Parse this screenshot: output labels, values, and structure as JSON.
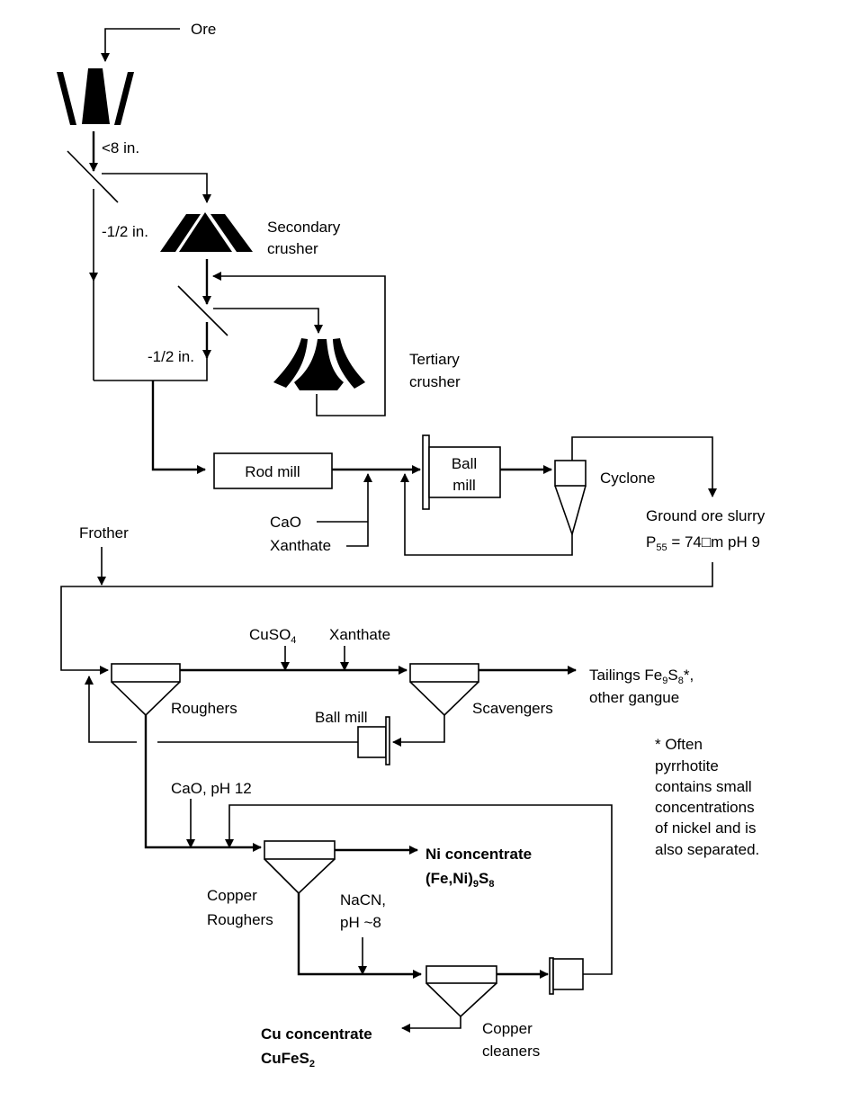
{
  "labels": {
    "ore": "Ore",
    "screen1_oversize": "<8 in.",
    "screen1_undersize": "-1/2 in.",
    "secondary_crusher": [
      "Secondary",
      "crusher"
    ],
    "screen2_undersize": "-1/2 in.",
    "tertiary_crusher": [
      "Tertiary",
      "crusher"
    ],
    "rod_mill": "Rod mill",
    "cao": "CaO",
    "xanthate_1": "Xanthate",
    "ball_mill": [
      "Ball",
      "mill"
    ],
    "cyclone": "Cyclone",
    "ground_ore_slurry": "Ground ore slurry",
    "slurry_spec": {
      "p": "P",
      "p_sub": "55",
      "rest": " = 74□m pH 9"
    },
    "frother": "Frother",
    "cuso4": {
      "main": "CuSO",
      "sub": "4"
    },
    "xanthate_2": "Xanthate",
    "roughers": "Roughers",
    "scavengers": "Scavengers",
    "tailings": {
      "a": "Tailings Fe",
      "sub1": "9",
      "b": "S",
      "sub2": "8",
      "c": "*,"
    },
    "tailings_2": "other gangue",
    "regrind_ball_mill": "Ball mill",
    "cao_ph12": "CaO, pH 12",
    "copper_roughers": [
      "Copper",
      "Roughers"
    ],
    "ni_concentrate": "Ni concentrate",
    "ni_formula": {
      "a": "(Fe,Ni)",
      "sub1": "9",
      "b": "S",
      "sub2": "8"
    },
    "nacn": [
      "NaCN,",
      "pH ~8"
    ],
    "copper_cleaners": [
      "Copper",
      "cleaners"
    ],
    "cu_concentrate": "Cu concentrate",
    "cu_formula": {
      "a": "CuFeS",
      "sub": "2"
    },
    "footnote": [
      "* Often",
      "pyrrhotite",
      "contains small",
      "concentrations",
      "of nickel and is",
      "also separated."
    ]
  }
}
